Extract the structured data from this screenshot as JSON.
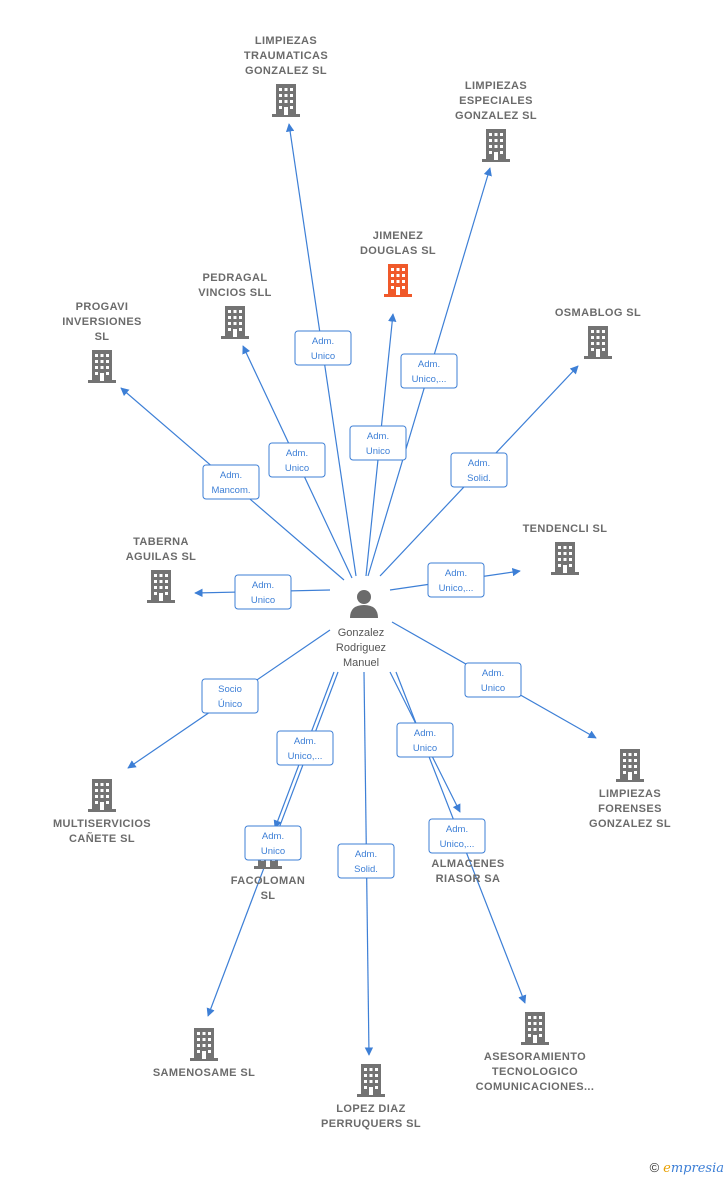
{
  "center": {
    "name_lines": [
      "Gonzalez",
      "Rodriguez",
      "Manuel"
    ],
    "icon": "person-icon"
  },
  "companies": [
    {
      "id": "limpiezas-traumaticas",
      "lines": [
        "LIMPIEZAS",
        "TRAUMATICAS",
        "GONZALEZ  SL"
      ],
      "icon": "building-icon",
      "highlight": false
    },
    {
      "id": "limpiezas-especiales",
      "lines": [
        "LIMPIEZAS",
        "ESPECIALES",
        "GONZALEZ  SL"
      ],
      "icon": "building-icon",
      "highlight": false
    },
    {
      "id": "jimenez-douglas",
      "lines": [
        "JIMENEZ",
        "DOUGLAS  SL"
      ],
      "icon": "building-icon",
      "highlight": true
    },
    {
      "id": "pedragal",
      "lines": [
        "PEDRAGAL",
        "VINCIOS  SLL"
      ],
      "icon": "building-icon",
      "highlight": false
    },
    {
      "id": "progavi",
      "lines": [
        "PROGAVI",
        "INVERSIONES",
        "SL"
      ],
      "icon": "building-icon",
      "highlight": false
    },
    {
      "id": "osmablog",
      "lines": [
        "OSMABLOG SL"
      ],
      "icon": "building-icon",
      "highlight": false
    },
    {
      "id": "tendencli",
      "lines": [
        "TENDENCLI  SL"
      ],
      "icon": "building-icon",
      "highlight": false
    },
    {
      "id": "taberna",
      "lines": [
        "TABERNA",
        "AGUILAS  SL"
      ],
      "icon": "building-icon",
      "highlight": false
    },
    {
      "id": "multiservicios",
      "lines": [
        "MULTISERVICIOS",
        "CAÑETE  SL"
      ],
      "icon": "building-icon",
      "highlight": false
    },
    {
      "id": "limpiezas-forenses",
      "lines": [
        "LIMPIEZAS",
        "FORENSES",
        "GONZALEZ  SL"
      ],
      "icon": "building-icon",
      "highlight": false
    },
    {
      "id": "facoloman",
      "lines": [
        "FACOLOMAN",
        "SL"
      ],
      "icon": "building-icon",
      "highlight": false
    },
    {
      "id": "almacenes",
      "lines": [
        "ALMACENES",
        "RIASOR SA"
      ],
      "icon": "building-icon",
      "highlight": false
    },
    {
      "id": "samenosame",
      "lines": [
        "SAMENOSAME SL"
      ],
      "icon": "building-icon",
      "highlight": false
    },
    {
      "id": "lopez-diaz",
      "lines": [
        "LOPEZ DIAZ",
        "PERRUQUERS SL"
      ],
      "icon": "building-icon",
      "highlight": false
    },
    {
      "id": "asesoramiento",
      "lines": [
        "ASESORAMIENTO",
        "TECNOLOGICO",
        "COMUNICACIONES..."
      ],
      "icon": "building-icon",
      "highlight": false
    }
  ],
  "relations": [
    {
      "to": "limpiezas-traumaticas",
      "lines": [
        "Adm.",
        "Unico"
      ]
    },
    {
      "to": "limpiezas-especiales",
      "lines": [
        "Adm.",
        "Unico,..."
      ]
    },
    {
      "to": "jimenez-douglas",
      "lines": [
        "Adm.",
        "Unico"
      ]
    },
    {
      "to": "pedragal",
      "lines": [
        "Adm.",
        "Unico"
      ]
    },
    {
      "to": "progavi",
      "lines": [
        "Adm.",
        "Mancom."
      ]
    },
    {
      "to": "osmablog",
      "lines": [
        "Adm.",
        "Solid."
      ]
    },
    {
      "to": "tendencli",
      "lines": [
        "Adm.",
        "Unico,..."
      ]
    },
    {
      "to": "taberna",
      "lines": [
        "Adm.",
        "Unico"
      ]
    },
    {
      "to": "multiservicios",
      "lines": [
        "Socio",
        "Único"
      ]
    },
    {
      "to": "limpiezas-forenses",
      "lines": [
        "Adm.",
        "Unico"
      ]
    },
    {
      "to": "facoloman",
      "lines": [
        "Adm.",
        "Unico,..."
      ]
    },
    {
      "to": "almacenes",
      "lines": [
        "Adm.",
        "Unico"
      ]
    },
    {
      "to": "samenosame",
      "lines": [
        "Adm.",
        "Unico"
      ]
    },
    {
      "to": "lopez-diaz",
      "lines": [
        "Adm.",
        "Solid."
      ]
    },
    {
      "to": "asesoramiento",
      "lines": [
        "Adm.",
        "Unico,..."
      ]
    }
  ],
  "colors": {
    "edge": "#3d7fd6",
    "building": "#737373",
    "highlight_building": "#f0592a",
    "person": "#6b6b6b"
  },
  "footer": {
    "copyright": "©",
    "brand_e": "e",
    "brand_rest": "mpresia"
  }
}
